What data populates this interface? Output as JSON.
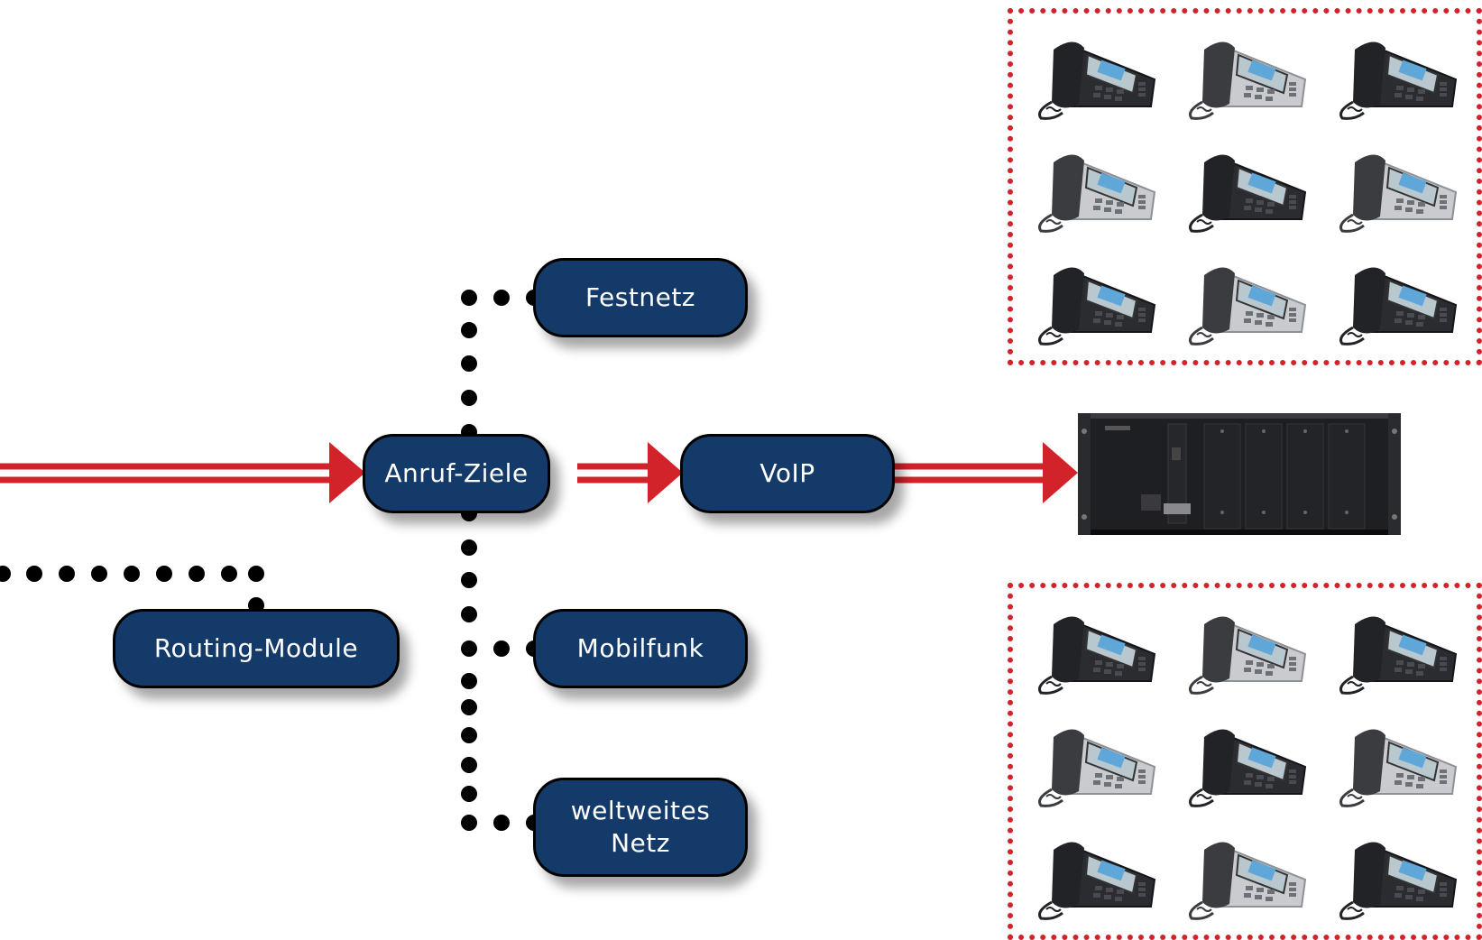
{
  "nodes": {
    "anruf_ziele": "Anruf-Ziele",
    "voip": "VoIP",
    "festnetz": "Festnetz",
    "mobilfunk": "Mobilfunk",
    "weltweites_line1": "weltweites",
    "weltweites_line2": "Netz",
    "routing": "Routing-Module"
  },
  "colors": {
    "node_fill": "#143a6a",
    "arrow_red": "#d2232a",
    "dot_black": "#000000",
    "phone_group_border": "#d2232a"
  },
  "phone_groups": [
    {
      "name": "phone-group-top",
      "phones": [
        "dark-phone",
        "silver-phone",
        "dark-phone",
        "silver-phone",
        "dark-phone",
        "silver-phone",
        "dark-phone",
        "silver-phone",
        "dark-phone"
      ]
    },
    {
      "name": "phone-group-bottom",
      "phones": [
        "dark-phone",
        "silver-phone",
        "dark-phone",
        "silver-phone",
        "dark-phone",
        "silver-phone",
        "dark-phone",
        "silver-phone",
        "dark-phone"
      ]
    }
  ],
  "icons": {
    "pbx": "pbx-rack-icon",
    "dark_phone": "desk-phone-dark-icon",
    "silver_phone": "desk-phone-silver-icon"
  }
}
